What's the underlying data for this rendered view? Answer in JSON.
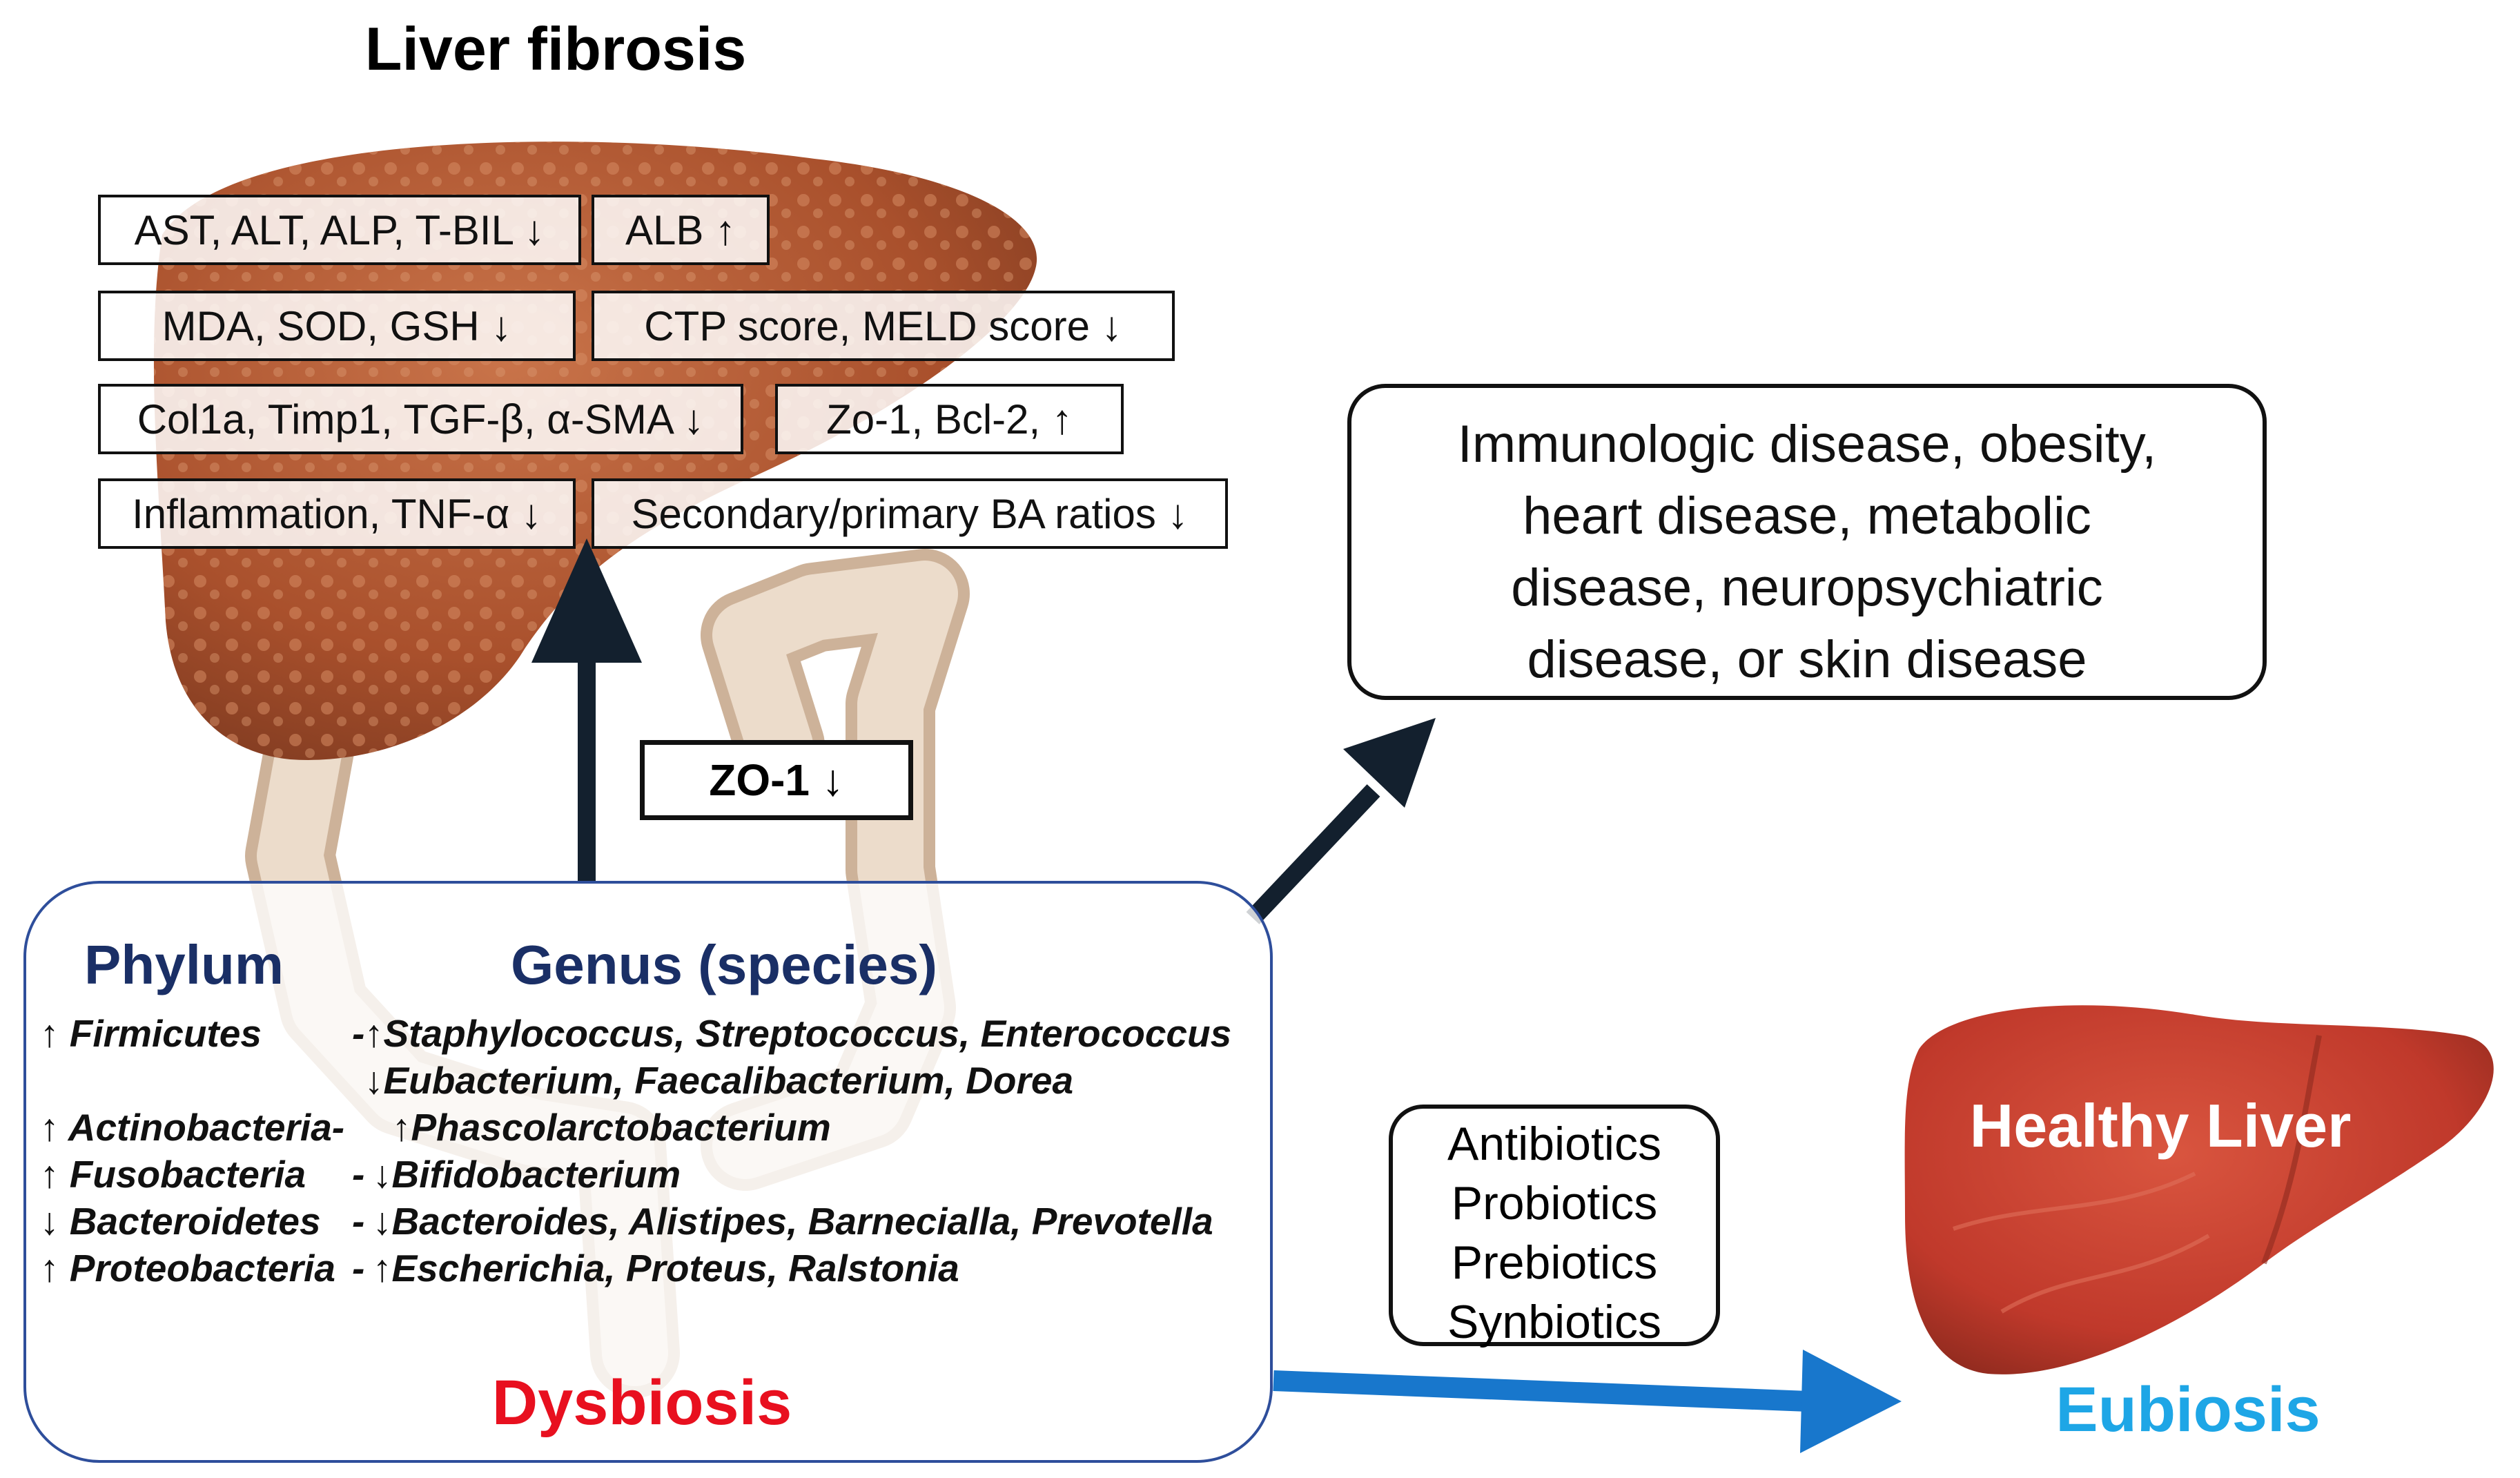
{
  "title": "Liver fibrosis",
  "markers": {
    "r1c1": "AST, ALT, ALP, T-BIL ↓",
    "r1c2": "ALB ↑",
    "r2c1": "MDA, SOD, GSH ↓",
    "r2c2": "CTP score, MELD score ↓",
    "r3c1": "Col1a, Timp1, TGF-β, α-SMA ↓",
    "r3c2": "Zo-1, Bcl-2, ↑",
    "r4c1": "Inflammation, TNF-α ↓",
    "r4c2": "Secondary/primary BA ratios ↓"
  },
  "zo1": "ZO-1 ↓",
  "diseases": {
    "l1": "Immunologic disease, obesity,",
    "l2": "heart disease, metabolic",
    "l3": "disease, neuropsychiatric",
    "l4": "disease, or skin disease"
  },
  "treatments": [
    "Antibiotics",
    "Probiotics",
    "Prebiotics",
    "Synbiotics"
  ],
  "dysbiosis": {
    "phylum_header": "Phylum",
    "genus_header": "Genus (species)",
    "rows": [
      {
        "phylum": "↑ Firmicutes",
        "sep": "-",
        "genus": "↑Staphylococcus,  Streptococcus,  Enterococcus"
      },
      {
        "phylum": "",
        "sep": "",
        "genus": "↓Eubacterium,  Faecalibacterium,  Dorea"
      },
      {
        "phylum": "↑ Actinobacteria-",
        "sep": "",
        "genus": "↑Phascolarctobacterium"
      },
      {
        "phylum": "↑ Fusobacteria",
        "sep": "-",
        "genus": "↓Bifidobacterium"
      },
      {
        "phylum": "↓ Bacteroidetes",
        "sep": "-",
        "genus": "↓Bacteroides,  Alistipes,  Barnecialla,  Prevotella"
      },
      {
        "phylum": "↑ Proteobacteria",
        "sep": "-",
        "genus": "↑Escherichia,  Proteus,  Ralstonia"
      }
    ],
    "label": "Dysbiosis"
  },
  "healthy_liver": "Healthy Liver",
  "eubiosis": "Eubiosis",
  "colors": {
    "dysbiosis": "#E8101F",
    "eubiosis": "#1EA6E6",
    "header_navy": "#1A2F66",
    "arrow_dark": "#13202E",
    "arrow_blue": "#1877CC",
    "liver_fibrotic": "#B0562F",
    "liver_healthy": "#C8402E",
    "intestine": "#E6D2BE"
  }
}
